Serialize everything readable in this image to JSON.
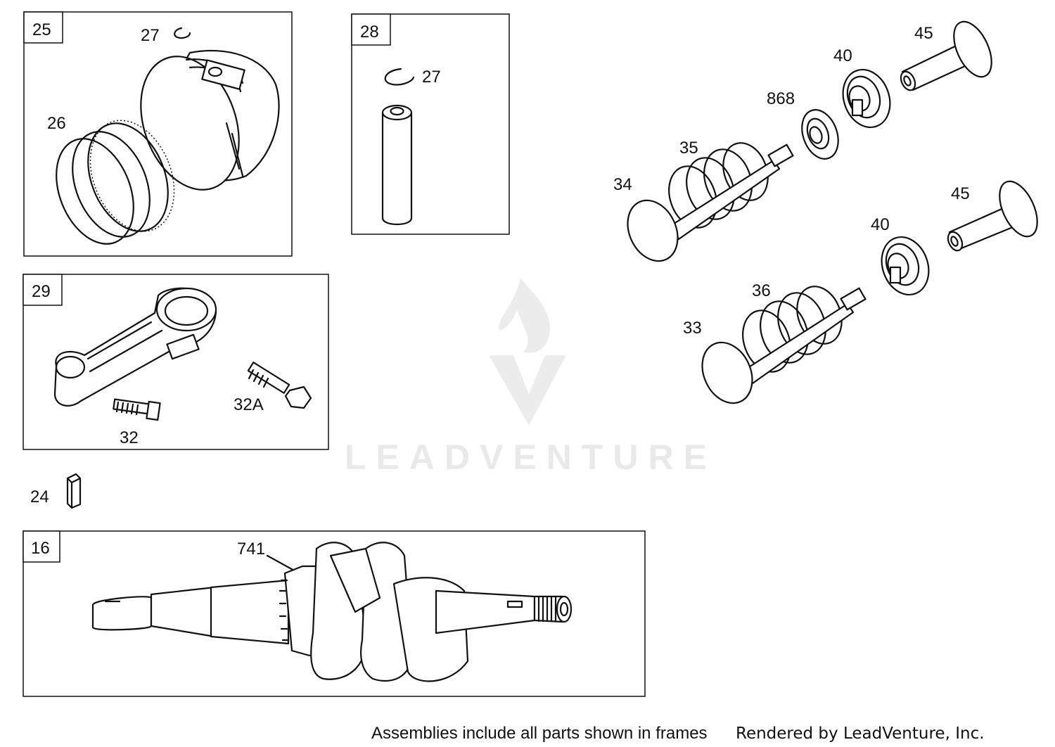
{
  "frames": [
    {
      "id": "frame-25",
      "number": "25"
    },
    {
      "id": "frame-28",
      "number": "28"
    },
    {
      "id": "frame-29",
      "number": "29"
    },
    {
      "id": "frame-16",
      "number": "16"
    }
  ],
  "labels": {
    "retaining_ring_a": "27",
    "piston_rings": "26",
    "retaining_ring_b": "27",
    "ball_bearing": "741",
    "crank_key": "24",
    "rod_bolt": "32",
    "rod_bolt_alt": "32A",
    "valve_exhaust": "34",
    "spring_exhaust": "35",
    "valve_intake": "33",
    "spring_intake": "36",
    "seal": "868",
    "retainer_upper": "40",
    "retainer_lower": "40",
    "tappet_upper": "45",
    "tappet_lower": "45"
  },
  "footer": {
    "note": "Assemblies include all parts shown in frames",
    "rendered_by": "Rendered by LeadVenture, Inc."
  },
  "watermark": {
    "text": "LEADVENTURE",
    "logo": "leadventure-flame-logo"
  }
}
